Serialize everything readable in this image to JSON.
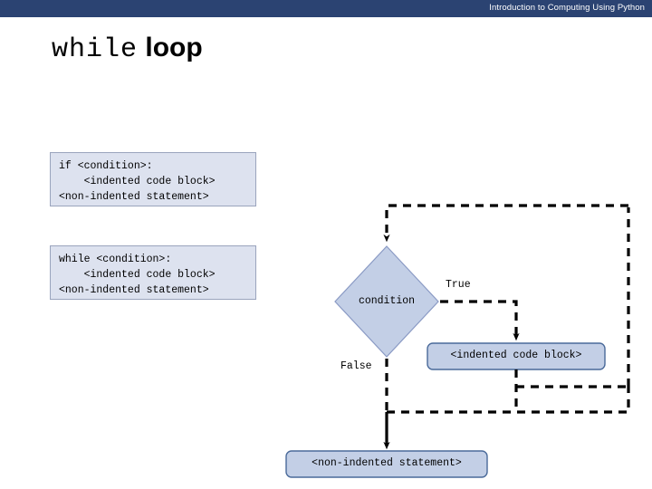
{
  "header": {
    "title": "Introduction to Computing Using Python",
    "bar_color": "#2b4372",
    "text_color": "#ffffff"
  },
  "slide": {
    "title_mono": "while",
    "title_bold": "loop",
    "background": "#ffffff"
  },
  "code_blocks": [
    {
      "id": "if-block",
      "lines": "if <condition>:\n    <indented code block>\n<non-indented statement>",
      "fill": "#dde2ef",
      "stroke": "#9aa4bd"
    },
    {
      "id": "while-block",
      "lines": "while <condition>:\n    <indented code block>\n<non-indented statement>",
      "fill": "#dde2ef",
      "stroke": "#9aa4bd"
    }
  ],
  "flowchart": {
    "type": "flowchart",
    "decision_label": "condition",
    "branch_true_label": "True",
    "branch_false_label": "False",
    "process_true_label": "<indented code block>",
    "process_exit_label": "<non-indented statement>",
    "diamond_fill": "#c3cfe6",
    "diamond_stroke": "#8a9ac4",
    "box_fill": "#c3cfe6",
    "box_stroke": "#4a6a9a",
    "edge_color": "#000000",
    "edge_style": "dashed"
  }
}
